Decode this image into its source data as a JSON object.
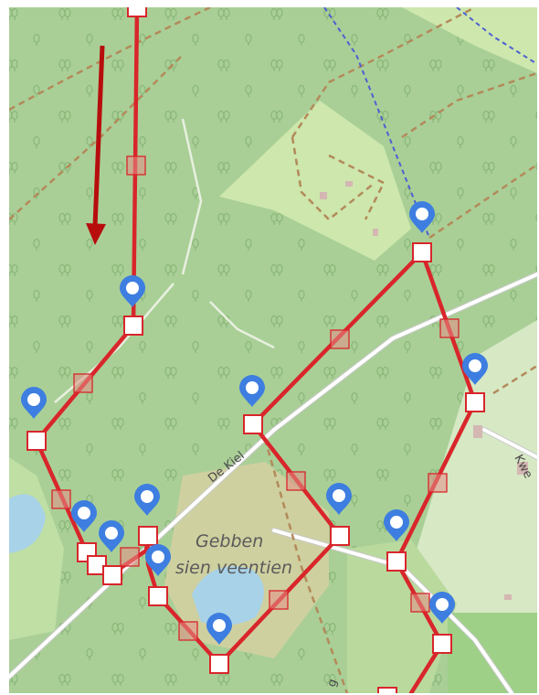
{
  "map": {
    "labels": {
      "road_de_kiel": "De Kiel",
      "road_kwe": "Kwe",
      "road_g": "g",
      "area_line1": "Gebben",
      "area_line2": "sien veentien"
    },
    "colors": {
      "forest": "#a9cf97",
      "route": "#d8262b",
      "marker": "#3d7ee0",
      "direction_arrow": "#b70d0d"
    },
    "icons": {
      "direction_arrow": "arrow-down-icon",
      "waypoint_marker": "map-pin-icon",
      "node_square": "square-node-icon",
      "midpoint_square": "square-midpoint-icon"
    }
  }
}
